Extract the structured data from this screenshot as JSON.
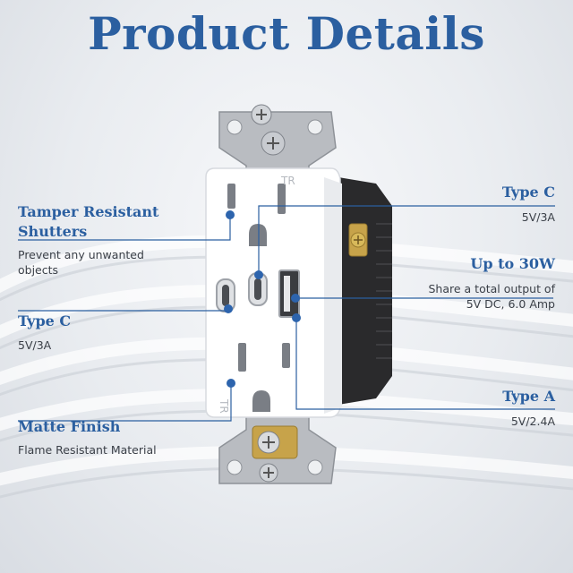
{
  "title": "Product Details",
  "callouts": {
    "tamper": {
      "title_line1": "Tamper Resistant",
      "title_line2": "Shutters",
      "desc_line1": "Prevent any unwanted",
      "desc_line2": "objects"
    },
    "type_c_left": {
      "title": "Type C",
      "desc": "5V/3A"
    },
    "matte": {
      "title": "Matte Finish",
      "desc": "Flame Resistant Material"
    },
    "type_c_right": {
      "title": "Type C",
      "desc": "5V/3A"
    },
    "up_to_30w": {
      "title": "Up to 30W",
      "desc_line1": "Share a total output of",
      "desc_line2": "5V DC, 6.0 Amp"
    },
    "type_a": {
      "title": "Type A",
      "desc": "5V/2.4A"
    }
  },
  "outlet_labels": {
    "tr_top": "TR",
    "tr_bottom": "TR"
  },
  "colors": {
    "accent": "#2b5fa0",
    "dot": "#2d64ad",
    "outlet": "#ffffff",
    "strap": "#b9bcc1",
    "housing": "#2a2a2c",
    "terminal": "#c7a34a"
  }
}
